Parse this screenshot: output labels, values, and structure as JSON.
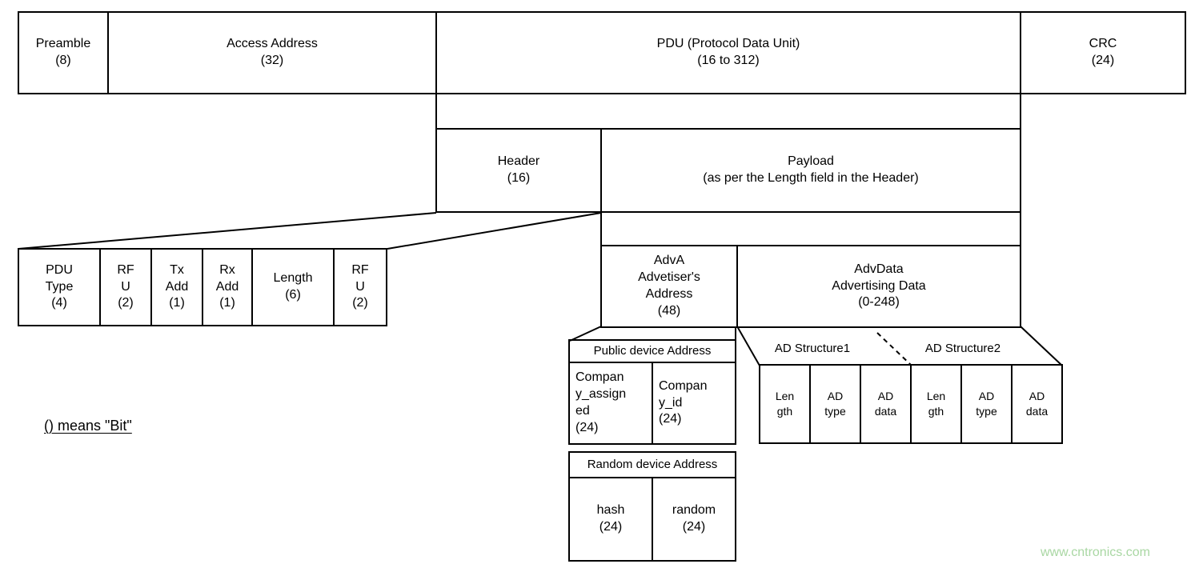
{
  "colors": {
    "background": "#ffffff",
    "line": "#000000",
    "watermark_green": "#a9d7a3"
  },
  "legend": "() means \"Bit\"",
  "watermark": "www.cntronics.com",
  "packet": {
    "preamble": "Preamble\n(8)",
    "access_address": "Access Address\n(32)",
    "pdu": "PDU (Protocol Data Unit)\n(16 to 312)",
    "crc": "CRC\n(24)"
  },
  "pdu_breakdown": {
    "header": "Header\n(16)",
    "payload": "Payload\n(as per the Length field in the Header)"
  },
  "header_bits": [
    "PDU\nType\n(4)",
    "RF\nU\n(2)",
    "Tx\nAdd\n(1)",
    "Rx\nAdd\n(1)",
    "Length\n(6)",
    "RF\nU\n(2)"
  ],
  "payload_fields": {
    "adva": "AdvA\nAdvetiser's\nAddress\n(48)",
    "advdata": "AdvData\nAdvertising Data\n(0-248)"
  },
  "adva_detail": {
    "public_label": "Public device Address",
    "company_assigned": "Compan\ny_assign\ned\n(24)",
    "company_id": "Compan\ny_id\n(24)",
    "random_label": "Random device Address",
    "hash": "hash\n(24)",
    "random": "random\n(24)"
  },
  "advdata_detail": {
    "structure1": "AD Structure1",
    "structure2": "AD Structure2",
    "fields": [
      "Len\ngth",
      "AD\ntype",
      "AD\ndata",
      "Len\ngth",
      "AD\ntype",
      "AD\ndata"
    ]
  }
}
